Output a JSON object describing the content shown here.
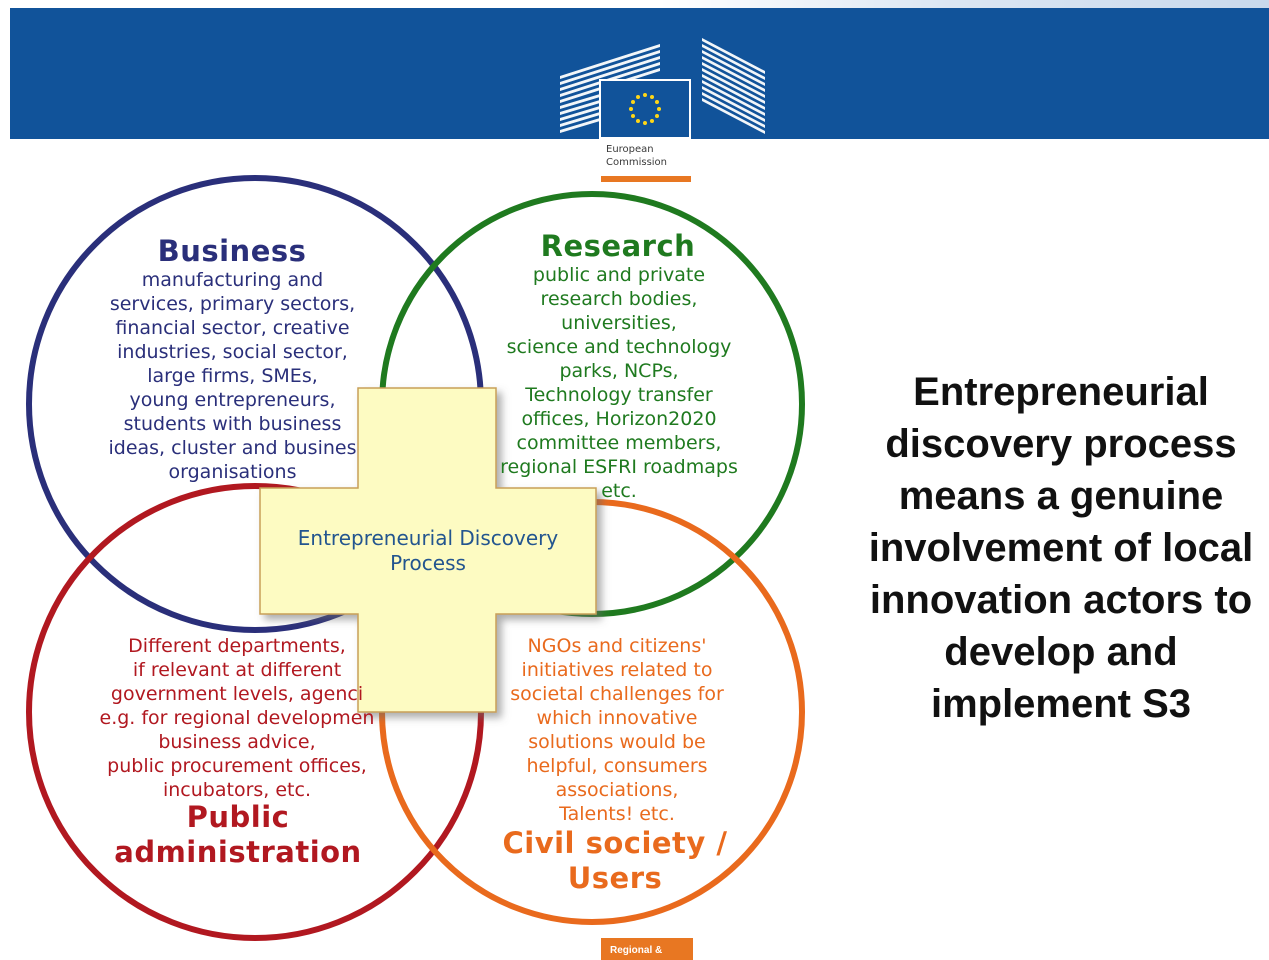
{
  "header": {
    "logo_text_line1": "European",
    "logo_text_line2": "Commission",
    "brand_color": "#11539a",
    "accent_color": "#e87722"
  },
  "diagram": {
    "business": {
      "title": "Business",
      "lines": [
        "manufacturing and",
        "services, primary sectors,",
        "financial sector, creative",
        "industries, social sector,",
        "large firms, SMEs,",
        "young entrepreneurs,",
        "students with business",
        "ideas, cluster and busines",
        "organisations"
      ],
      "color": "#2a2f7a"
    },
    "research": {
      "title": "Research",
      "lines": [
        "public and private",
        "research bodies,",
        "universities,",
        "science and technology",
        "parks, NCPs,",
        "Technology transfer",
        "offices, Horizon2020",
        "committee members,",
        "regional ESFRI roadmaps",
        "etc."
      ],
      "color": "#1f7a1f"
    },
    "public_administration": {
      "title_line1": "Public",
      "title_line2": "administration",
      "lines": [
        "Different departments,",
        "if relevant at different",
        "government levels, agenci",
        "e.g. for regional developmen",
        "business advice,",
        "public procurement offices,",
        "incubators, etc."
      ],
      "color": "#b11820"
    },
    "civil_society": {
      "title_line1": "Civil society /",
      "title_line2": "Users",
      "lines": [
        "NGOs and citizens'",
        "initiatives related to",
        "societal challenges for",
        "which innovative",
        "solutions would be",
        "helpful, consumers",
        "associations,",
        "Talents! etc."
      ],
      "color": "#e96a1d"
    },
    "center": {
      "line1": "Entrepreneurial Discovery",
      "line2": "Process",
      "fill": "#fdfbc2"
    }
  },
  "side_text": {
    "lines": [
      "Entrepreneurial",
      "discovery process",
      "means a genuine",
      "involvement of local",
      "innovation actors to",
      "develop and",
      "implement S3"
    ]
  },
  "footer": {
    "badge_text": "Regional &"
  }
}
